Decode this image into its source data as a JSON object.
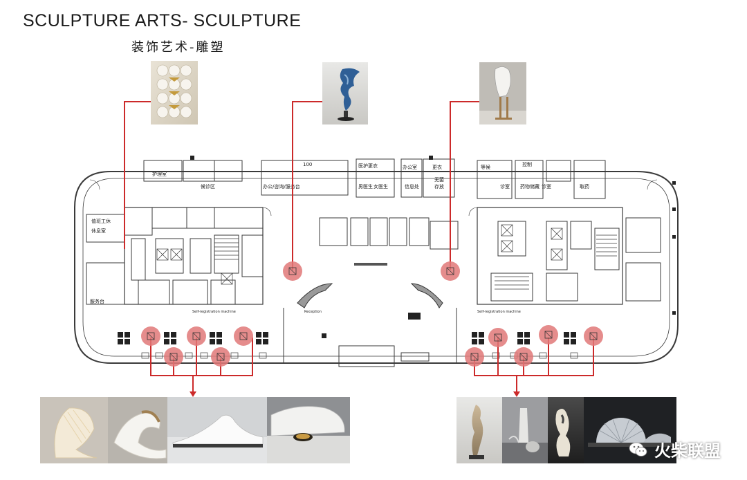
{
  "title": "SCULPTURE  ARTS- SCULPTURE",
  "subtitle": "装饰艺术-雕塑",
  "colors": {
    "accent": "#cc2a2a",
    "marker_fill": "#e07878",
    "plan_line": "#3a3a3a",
    "background": "#ffffff"
  },
  "watermark": {
    "text": "火柴联盟",
    "icon": "wechat-icon"
  },
  "floorplan": {
    "room_labels": [
      "100",
      "办公/咨询/服务台",
      "医护更衣",
      "男医生",
      "女医生",
      "办公室",
      "信息处",
      "更衣",
      "无菌",
      "存放",
      "等候",
      "控制",
      "诊室",
      "药物储藏",
      "诊室",
      "取药",
      "值班工休",
      "休息室",
      "护理室",
      "候诊区",
      "服务台",
      "Self-registration machine",
      "Self-registration machine",
      "Reception"
    ]
  },
  "sculptures": {
    "top": [
      {
        "name": "sculpture-wall-panel"
      },
      {
        "name": "sculpture-blue-figure"
      },
      {
        "name": "sculpture-white-tower"
      }
    ],
    "bottom_left": [
      {
        "name": "sculpture-shell-lamp"
      },
      {
        "name": "sculpture-curved-ribbon"
      },
      {
        "name": "sculpture-white-wave"
      },
      {
        "name": "sculpture-white-block"
      }
    ],
    "bottom_right": [
      {
        "name": "sculpture-abstract-totem"
      },
      {
        "name": "sculpture-grey-column"
      },
      {
        "name": "sculpture-bronze-forms"
      },
      {
        "name": "sculpture-fan-disc"
      }
    ]
  }
}
